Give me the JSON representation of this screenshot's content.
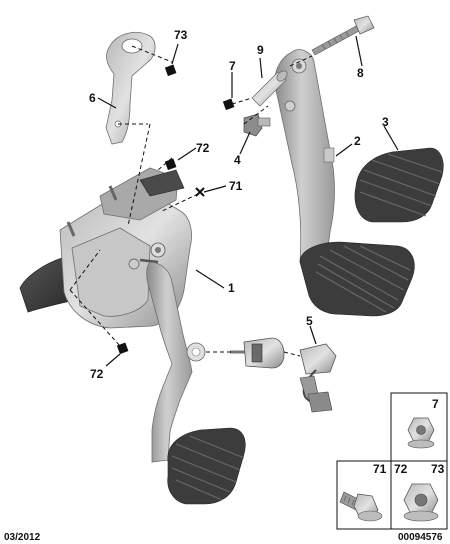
{
  "callouts": {
    "c73_top": "73",
    "c9": "9",
    "c7_top": "7",
    "c8": "8",
    "c6": "6",
    "c72_mid": "72",
    "c71": "71",
    "c4": "4",
    "c2": "2",
    "c3": "3",
    "c1": "1",
    "c5": "5",
    "c72_bottom": "72"
  },
  "hardware_boxes": {
    "box7": "7",
    "box71": "71",
    "box72": "72",
    "box73": "73"
  },
  "footer": {
    "date": "03/2012",
    "reference": "00094576"
  }
}
